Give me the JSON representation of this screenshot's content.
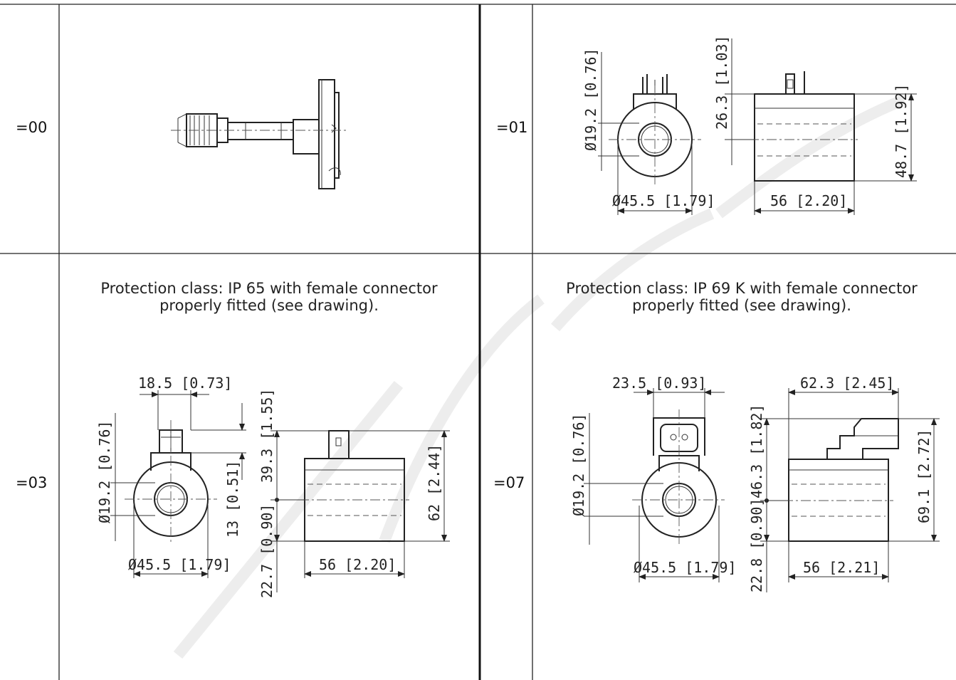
{
  "cells": {
    "c00": {
      "code": "=00"
    },
    "c01": {
      "code": "=01",
      "dims": {
        "bore": "Ø19.2 [0.76]",
        "outer_dia": "Ø45.5 [1.79]",
        "connector_offset": "26.3 [1.03]",
        "height": "48.7 [1.92]",
        "length": "56 [2.20]"
      }
    },
    "c03": {
      "code": "=03",
      "note_line1": "Protection class: IP 65 with female connector",
      "note_line2": "properly fitted (see drawing).",
      "dims": {
        "connector_width": "18.5 [0.73]",
        "bore": "Ø19.2 [0.76]",
        "offset_13": "13 [0.51]",
        "outer_dia": "Ø45.5 [1.79]",
        "upper_height": "39.3 [1.55]",
        "lower_height": "22.7 [0.90]",
        "height": "62 [2.44]",
        "length": "56 [2.20]"
      }
    },
    "c07": {
      "code": "=07",
      "note_line1": "Protection class:  IP 69 K with female connector",
      "note_line2": "properly fitted (see drawing).",
      "dims": {
        "connector_width": "23.5 [0.93]",
        "connector_length": "62.3 [2.45]",
        "bore": "Ø19.2 [0.76]",
        "upper_height": "46.3 [1.82]",
        "lower_height": "22.8 [0.90]",
        "height": "69.1 [2.72]",
        "outer_dia": "Ø45.5 [1.79]",
        "length": "56 [2.21]"
      }
    }
  }
}
